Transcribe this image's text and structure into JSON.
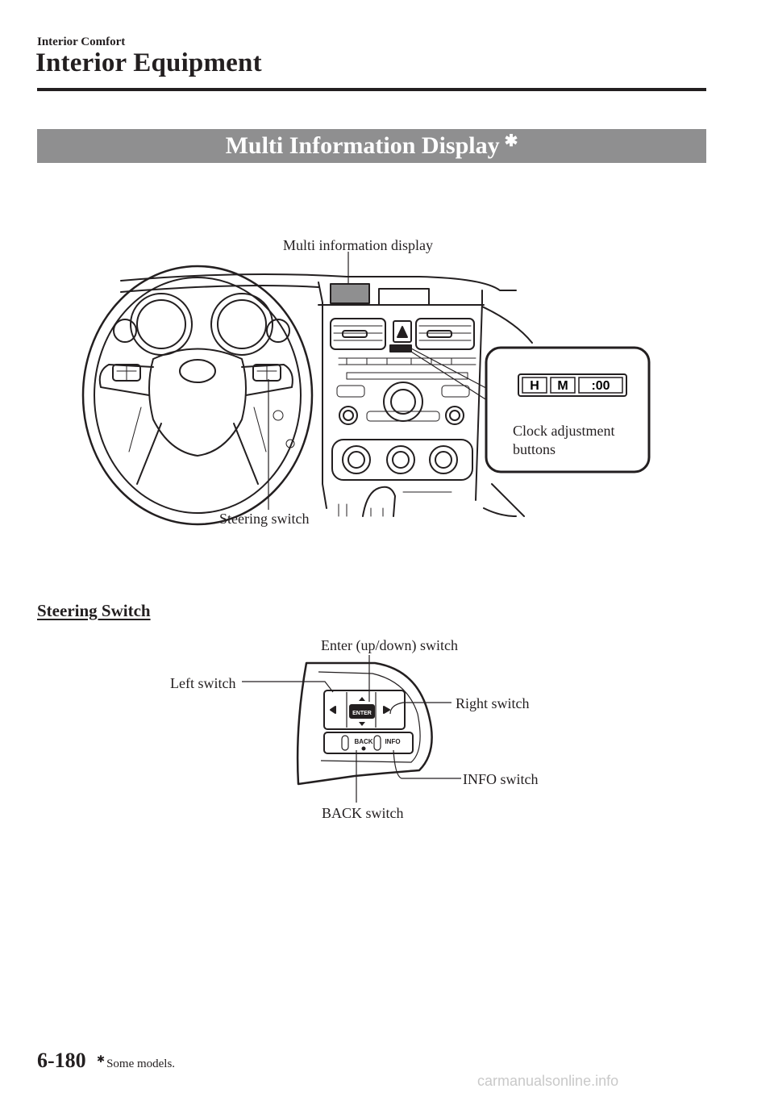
{
  "header": {
    "section": "Interior Comfort",
    "chapter": "Interior Equipment"
  },
  "banner": {
    "title": "Multi Information Display",
    "star": "✱"
  },
  "figure1": {
    "label_display": "Multi information display",
    "label_clock": "Clock adjustment",
    "label_clock_2": "buttons",
    "label_steering": "Steering switch",
    "clock_buttons": [
      "H",
      "M",
      ":00"
    ]
  },
  "subheading": "Steering Switch",
  "figure2": {
    "label_enter": "Enter (up/down) switch",
    "label_left": "Left switch",
    "label_right": "Right switch",
    "label_info": "INFO switch",
    "label_back": "BACK switch",
    "btn_enter": "ENTER",
    "btn_back": "BACK",
    "btn_info": "INFO"
  },
  "footer": {
    "page": "6-180",
    "star": "✱",
    "note": "Some models.",
    "watermark": "carmanualsonline.info"
  }
}
